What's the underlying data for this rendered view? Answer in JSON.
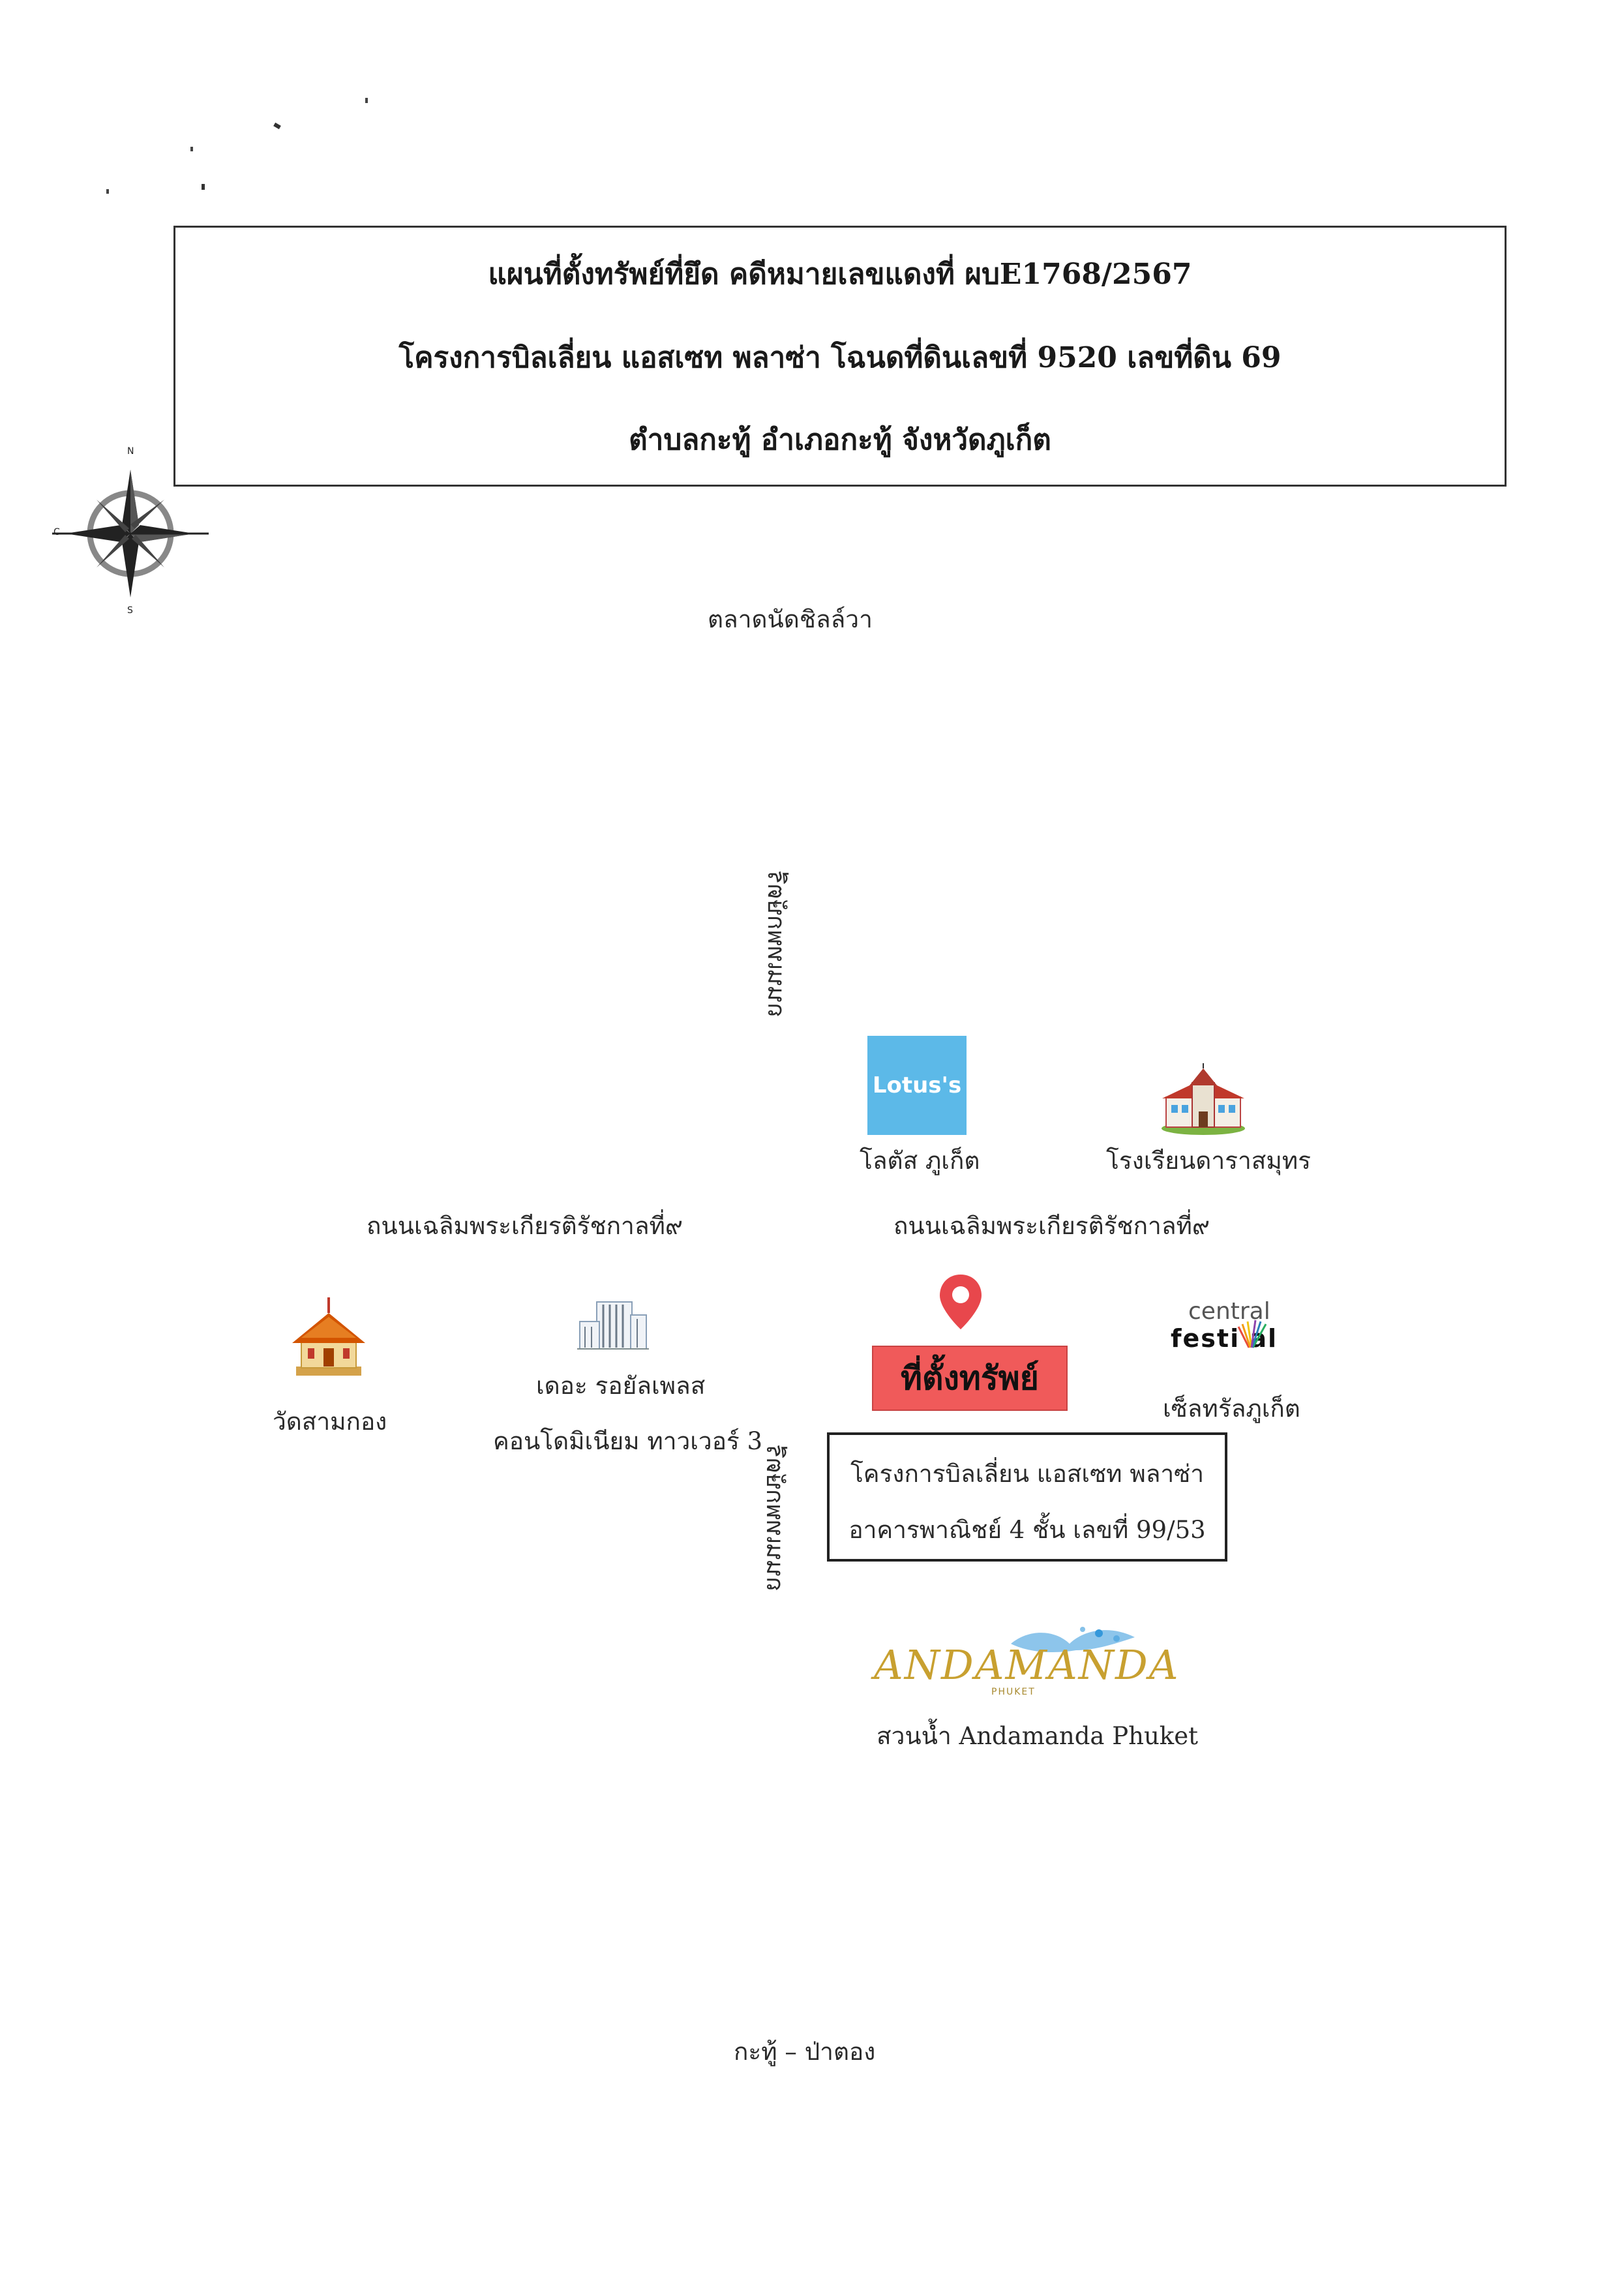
{
  "title": {
    "line1": "แผนที่ตั้งทรัพย์ที่ยึด คดีหมายเลขแดงที่ ผบE1768/2567",
    "line2": "โครงการบิลเลี่ยน แอสเซท พลาซ่า โฉนดที่ดินเลขที่ 9520 เลขที่ดิน 69",
    "line3": "ตำบลกะทู้ อำเภอกะทู้ จังหวัดภูเก็ต"
  },
  "compass": {
    "n": "N",
    "w": "C",
    "s": "S"
  },
  "places": {
    "north_top": "ตลาดนัดชิลล์วา",
    "south_bottom": "กะทู้ – ป่าตอง",
    "lotus_logo": "Lotus's",
    "lotus_label": "โลตัส ภูเก็ต",
    "school_label": "โรงเรียนดาราสมุทร",
    "temple_label": "วัดสามกอง",
    "condo_label_1": "เดอะ รอยัลเพลส",
    "condo_label_2": "คอนโดมิเนียม ทาวเวอร์ 3",
    "central_word": "central",
    "festival_word": "festi   al",
    "central_label": "เซ็ลทรัลภูเก็ต",
    "andamanda_logo": "ANDAMANDA",
    "andamanda_sub": "PHUKET",
    "andamanda_label": "สวนน้ำ Andamanda Phuket"
  },
  "roads": {
    "road_north_vertical": "ถนนเทพกษัตรี",
    "road_south_vertical": "ถนนเทพกษัตรี",
    "road_west": "ถนนเฉลิมพระเกียรติรัชกาลที่๙",
    "road_east": "ถนนเฉลิมพระเกียรติรัชกาลที่๙"
  },
  "property": {
    "banner": "ที่ตั้งทรัพย์",
    "detail_line1": "โครงการบิลเลี่ยน แอสเซท พลาซ่า",
    "detail_line2": "อาคารพาณิชย์ 4 ชั้น เลขที่ 99/53"
  },
  "colors": {
    "banner": "#f05a5a",
    "pin": "#e8474c",
    "lotus": "#5cb9e8"
  }
}
